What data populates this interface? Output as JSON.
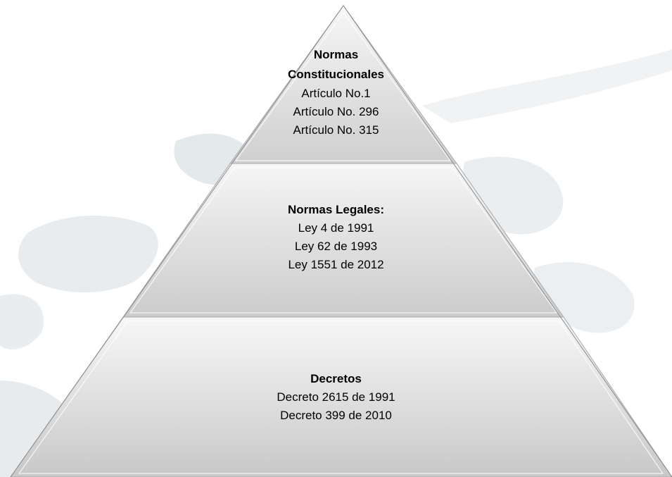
{
  "pyramid": {
    "tiers": [
      {
        "heading": "Normas Constitucionales",
        "items": [
          "Artículo  No.1",
          "Artículo  No. 296",
          "Artículo No. 315"
        ]
      },
      {
        "heading": "Normas Legales:",
        "items": [
          "Ley 4 de 1991",
          "Ley  62 de 1993",
          "Ley 1551 de 2012"
        ]
      },
      {
        "heading": "Decretos",
        "items": [
          "Decreto 2615 de 1991",
          "Decreto 399 de 2010"
        ]
      }
    ]
  },
  "colors": {
    "tier_light": "#f4f4f4",
    "tier_dark": "#c9c9c9",
    "outline": "#8c8c8c",
    "map_shape": "#e6eaec"
  }
}
